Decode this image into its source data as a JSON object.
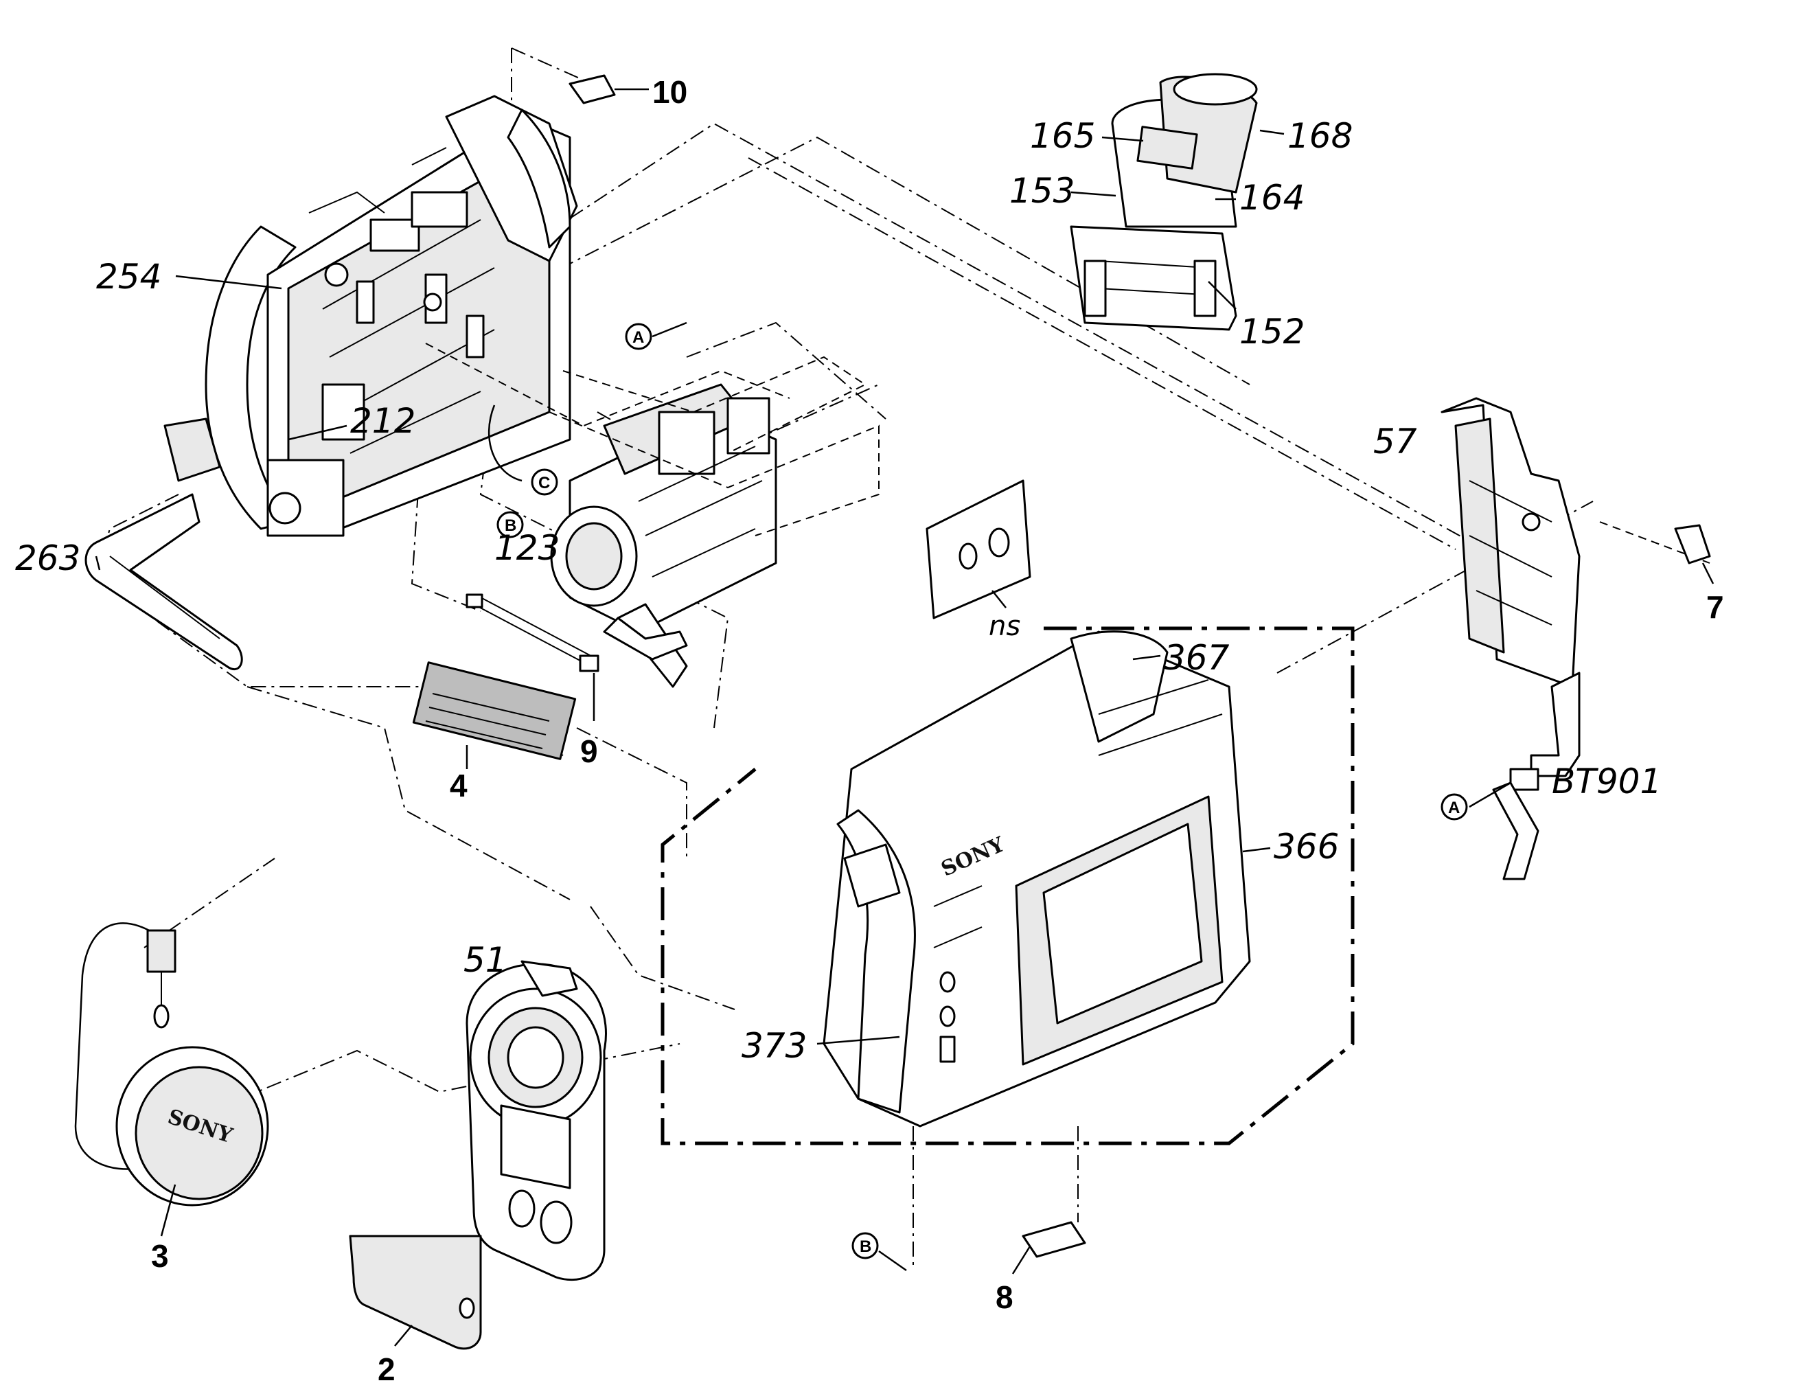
{
  "brand": "SONY",
  "parts": [
    {
      "id": "p10",
      "label": "10",
      "style": "bold"
    },
    {
      "id": "p165",
      "label": "165",
      "style": "handwritten"
    },
    {
      "id": "p168",
      "label": "168",
      "style": "handwritten"
    },
    {
      "id": "p153",
      "label": "153",
      "style": "handwritten"
    },
    {
      "id": "p164",
      "label": "164",
      "style": "handwritten"
    },
    {
      "id": "p152",
      "label": "152",
      "style": "handwritten"
    },
    {
      "id": "p254",
      "label": "254",
      "style": "handwritten"
    },
    {
      "id": "p212",
      "label": "212",
      "style": "handwritten"
    },
    {
      "id": "p263",
      "label": "263",
      "style": "handwritten"
    },
    {
      "id": "p123",
      "label": "123",
      "style": "handwritten"
    },
    {
      "id": "pns",
      "label": "ns",
      "style": "italic"
    },
    {
      "id": "p57",
      "label": "57",
      "style": "handwritten"
    },
    {
      "id": "p7",
      "label": "7",
      "style": "bold"
    },
    {
      "id": "p367",
      "label": "367",
      "style": "handwritten"
    },
    {
      "id": "p9",
      "label": "9",
      "style": "bold"
    },
    {
      "id": "p4",
      "label": "4",
      "style": "bold"
    },
    {
      "id": "pbt901",
      "label": "BT901",
      "style": "handwritten"
    },
    {
      "id": "p366",
      "label": "366",
      "style": "handwritten"
    },
    {
      "id": "p51",
      "label": "51",
      "style": "handwritten"
    },
    {
      "id": "p373",
      "label": "373",
      "style": "handwritten"
    },
    {
      "id": "p3",
      "label": "3",
      "style": "bold"
    },
    {
      "id": "p2",
      "label": "2",
      "style": "bold"
    },
    {
      "id": "p8",
      "label": "8",
      "style": "bold"
    }
  ],
  "connectors": {
    "a": "A",
    "b": "B",
    "c": "C"
  }
}
